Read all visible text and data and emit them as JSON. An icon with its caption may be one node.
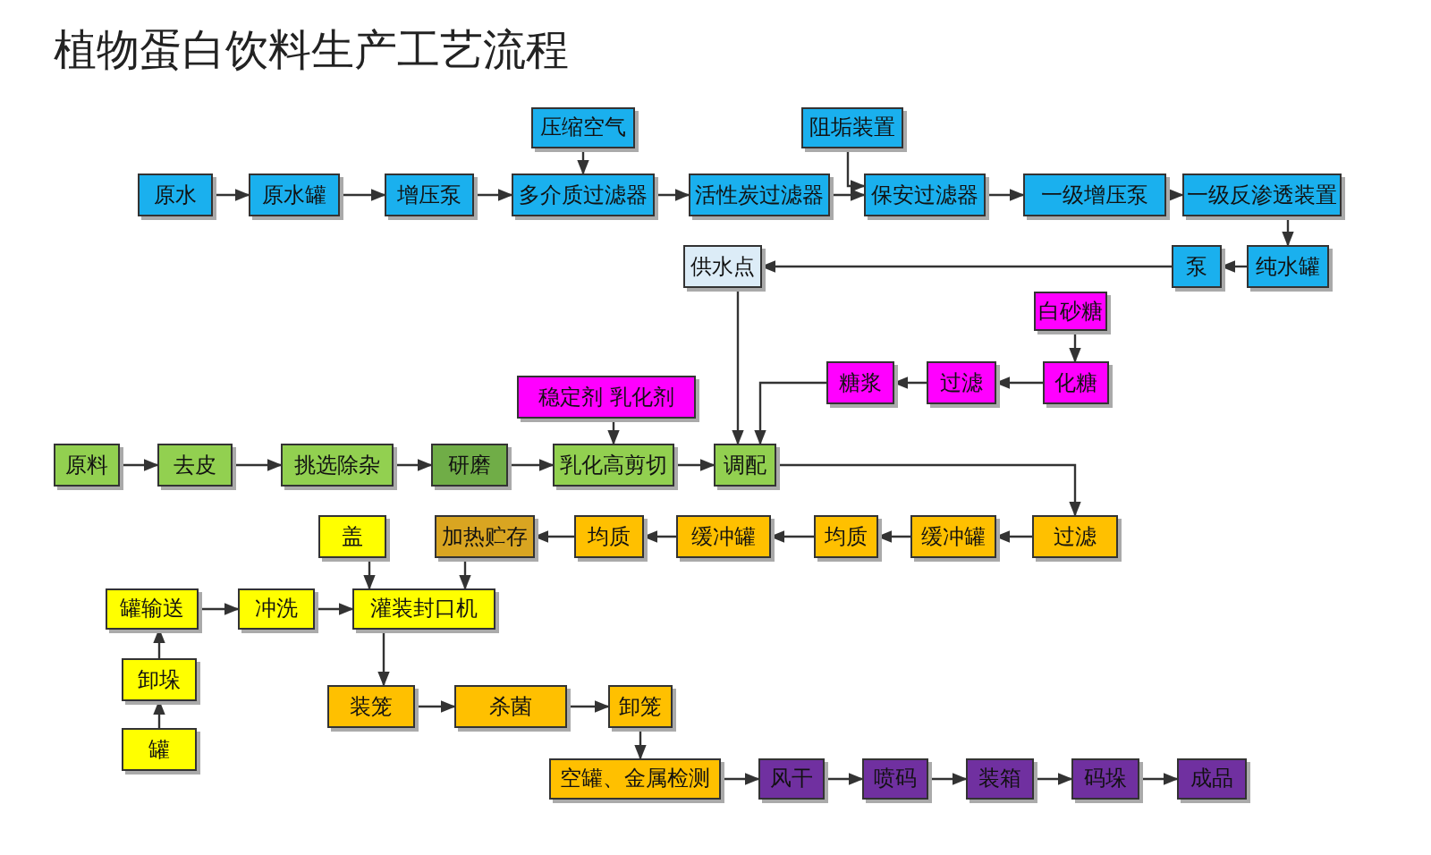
{
  "diagram": {
    "title": "植物蛋白饮料生产工艺流程",
    "nodes": [
      {
        "text": [
          "原水"
        ]
      },
      {
        "text": [
          "原水罐"
        ]
      },
      {
        "text": [
          "增压泵"
        ]
      },
      {
        "text": [
          "多介质过滤器"
        ]
      },
      {
        "text": [
          "活性炭过滤器"
        ]
      },
      {
        "text": [
          "保安过滤器"
        ]
      },
      {
        "text": [
          "一级增压泵"
        ]
      },
      {
        "text": [
          "一级反渗透装置"
        ]
      },
      {
        "text": [
          "压缩空气"
        ]
      },
      {
        "text": [
          "阻垢装置"
        ]
      },
      {
        "text": [
          "供水点"
        ]
      },
      {
        "text": [
          "泵"
        ]
      },
      {
        "text": [
          "纯水罐"
        ]
      },
      {
        "text": [
          "白砂糖"
        ]
      },
      {
        "text": [
          "化糖"
        ]
      },
      {
        "text": [
          "过滤"
        ]
      },
      {
        "text": [
          "糖浆"
        ]
      },
      {
        "text": [
          "稳定剂 乳化剂"
        ]
      },
      {
        "text": [
          "原料"
        ]
      },
      {
        "text": [
          "去皮"
        ]
      },
      {
        "text": [
          "挑选除杂"
        ]
      },
      {
        "text": [
          "研磨"
        ]
      },
      {
        "text": [
          "乳化高剪切"
        ]
      },
      {
        "text": [
          "调配"
        ]
      },
      {
        "text": [
          "过滤"
        ]
      },
      {
        "text": [
          "缓冲罐"
        ]
      },
      {
        "text": [
          "均质"
        ]
      },
      {
        "text": [
          "缓冲罐"
        ]
      },
      {
        "text": [
          "均质"
        ]
      },
      {
        "text": [
          "加热贮存"
        ]
      },
      {
        "text": [
          "盖"
        ]
      },
      {
        "text": [
          "罐输送"
        ]
      },
      {
        "text": [
          "冲洗"
        ]
      },
      {
        "text": [
          "灌装封口机"
        ]
      },
      {
        "text": [
          "卸垛"
        ]
      },
      {
        "text": [
          "罐"
        ]
      },
      {
        "text": [
          "装笼"
        ]
      },
      {
        "text": [
          "杀菌"
        ]
      },
      {
        "text": [
          "卸笼"
        ]
      },
      {
        "text": [
          "空罐、金属检测"
        ]
      },
      {
        "text": [
          "风干"
        ]
      },
      {
        "text": [
          "喷码"
        ]
      },
      {
        "text": [
          "装箱"
        ]
      },
      {
        "text": [
          "码垛"
        ]
      },
      {
        "text": [
          "成品"
        ]
      }
    ],
    "edges": [
      {
        "from": 0,
        "to": 1,
        "arrow": "to"
      },
      {
        "from": 1,
        "to": 2,
        "arrow": "to"
      },
      {
        "from": 2,
        "to": 3,
        "arrow": "to"
      },
      {
        "from": 8,
        "to": 3,
        "arrow": "to"
      },
      {
        "from": 3,
        "to": 4,
        "arrow": "to"
      },
      {
        "from": 4,
        "to": 5,
        "arrow": "to"
      },
      {
        "from": 9,
        "to": 5,
        "arrow": "to"
      },
      {
        "from": 5,
        "to": 6,
        "arrow": "to"
      },
      {
        "from": 6,
        "to": 7,
        "arrow": "to"
      },
      {
        "from": 7,
        "to": 12,
        "arrow": "to"
      },
      {
        "from": 12,
        "to": 11,
        "arrow": "to"
      },
      {
        "from": 11,
        "to": 10,
        "arrow": "to"
      },
      {
        "from": 10,
        "to": 23,
        "arrow": "to"
      },
      {
        "from": 13,
        "to": 14,
        "arrow": "to"
      },
      {
        "from": 14,
        "to": 15,
        "arrow": "to"
      },
      {
        "from": 15,
        "to": 16,
        "arrow": "to"
      },
      {
        "from": 16,
        "to": 23,
        "arrow": "to"
      },
      {
        "from": 17,
        "to": 22,
        "arrow": "to"
      },
      {
        "from": 18,
        "to": 19,
        "arrow": "to"
      },
      {
        "from": 19,
        "to": 20,
        "arrow": "to"
      },
      {
        "from": 20,
        "to": 21,
        "arrow": "to"
      },
      {
        "from": 21,
        "to": 22,
        "arrow": "to"
      },
      {
        "from": 22,
        "to": 23,
        "arrow": "to"
      },
      {
        "from": 23,
        "to": 24,
        "arrow": "to"
      },
      {
        "from": 24,
        "to": 25,
        "arrow": "to"
      },
      {
        "from": 25,
        "to": 26,
        "arrow": "to"
      },
      {
        "from": 26,
        "to": 27,
        "arrow": "to"
      },
      {
        "from": 27,
        "to": 28,
        "arrow": "to"
      },
      {
        "from": 28,
        "to": 29,
        "arrow": "to"
      },
      {
        "from": 29,
        "to": 33,
        "arrow": "to"
      },
      {
        "from": 30,
        "to": 33,
        "arrow": "to"
      },
      {
        "from": 35,
        "to": 34,
        "arrow": "to"
      },
      {
        "from": 34,
        "to": 31,
        "arrow": "to"
      },
      {
        "from": 31,
        "to": 32,
        "arrow": "to"
      },
      {
        "from": 32,
        "to": 33,
        "arrow": "to"
      },
      {
        "from": 33,
        "to": 36,
        "arrow": "to"
      },
      {
        "from": 36,
        "to": 37,
        "arrow": "to"
      },
      {
        "from": 37,
        "to": 38,
        "arrow": "to"
      },
      {
        "from": 38,
        "to": 39,
        "arrow": "to"
      },
      {
        "from": 39,
        "to": 40,
        "arrow": "to"
      },
      {
        "from": 40,
        "to": 41,
        "arrow": "to"
      },
      {
        "from": 41,
        "to": 42,
        "arrow": "to"
      },
      {
        "from": 42,
        "to": 43,
        "arrow": "to"
      },
      {
        "from": 43,
        "to": 44,
        "arrow": "to"
      }
    ]
  }
}
